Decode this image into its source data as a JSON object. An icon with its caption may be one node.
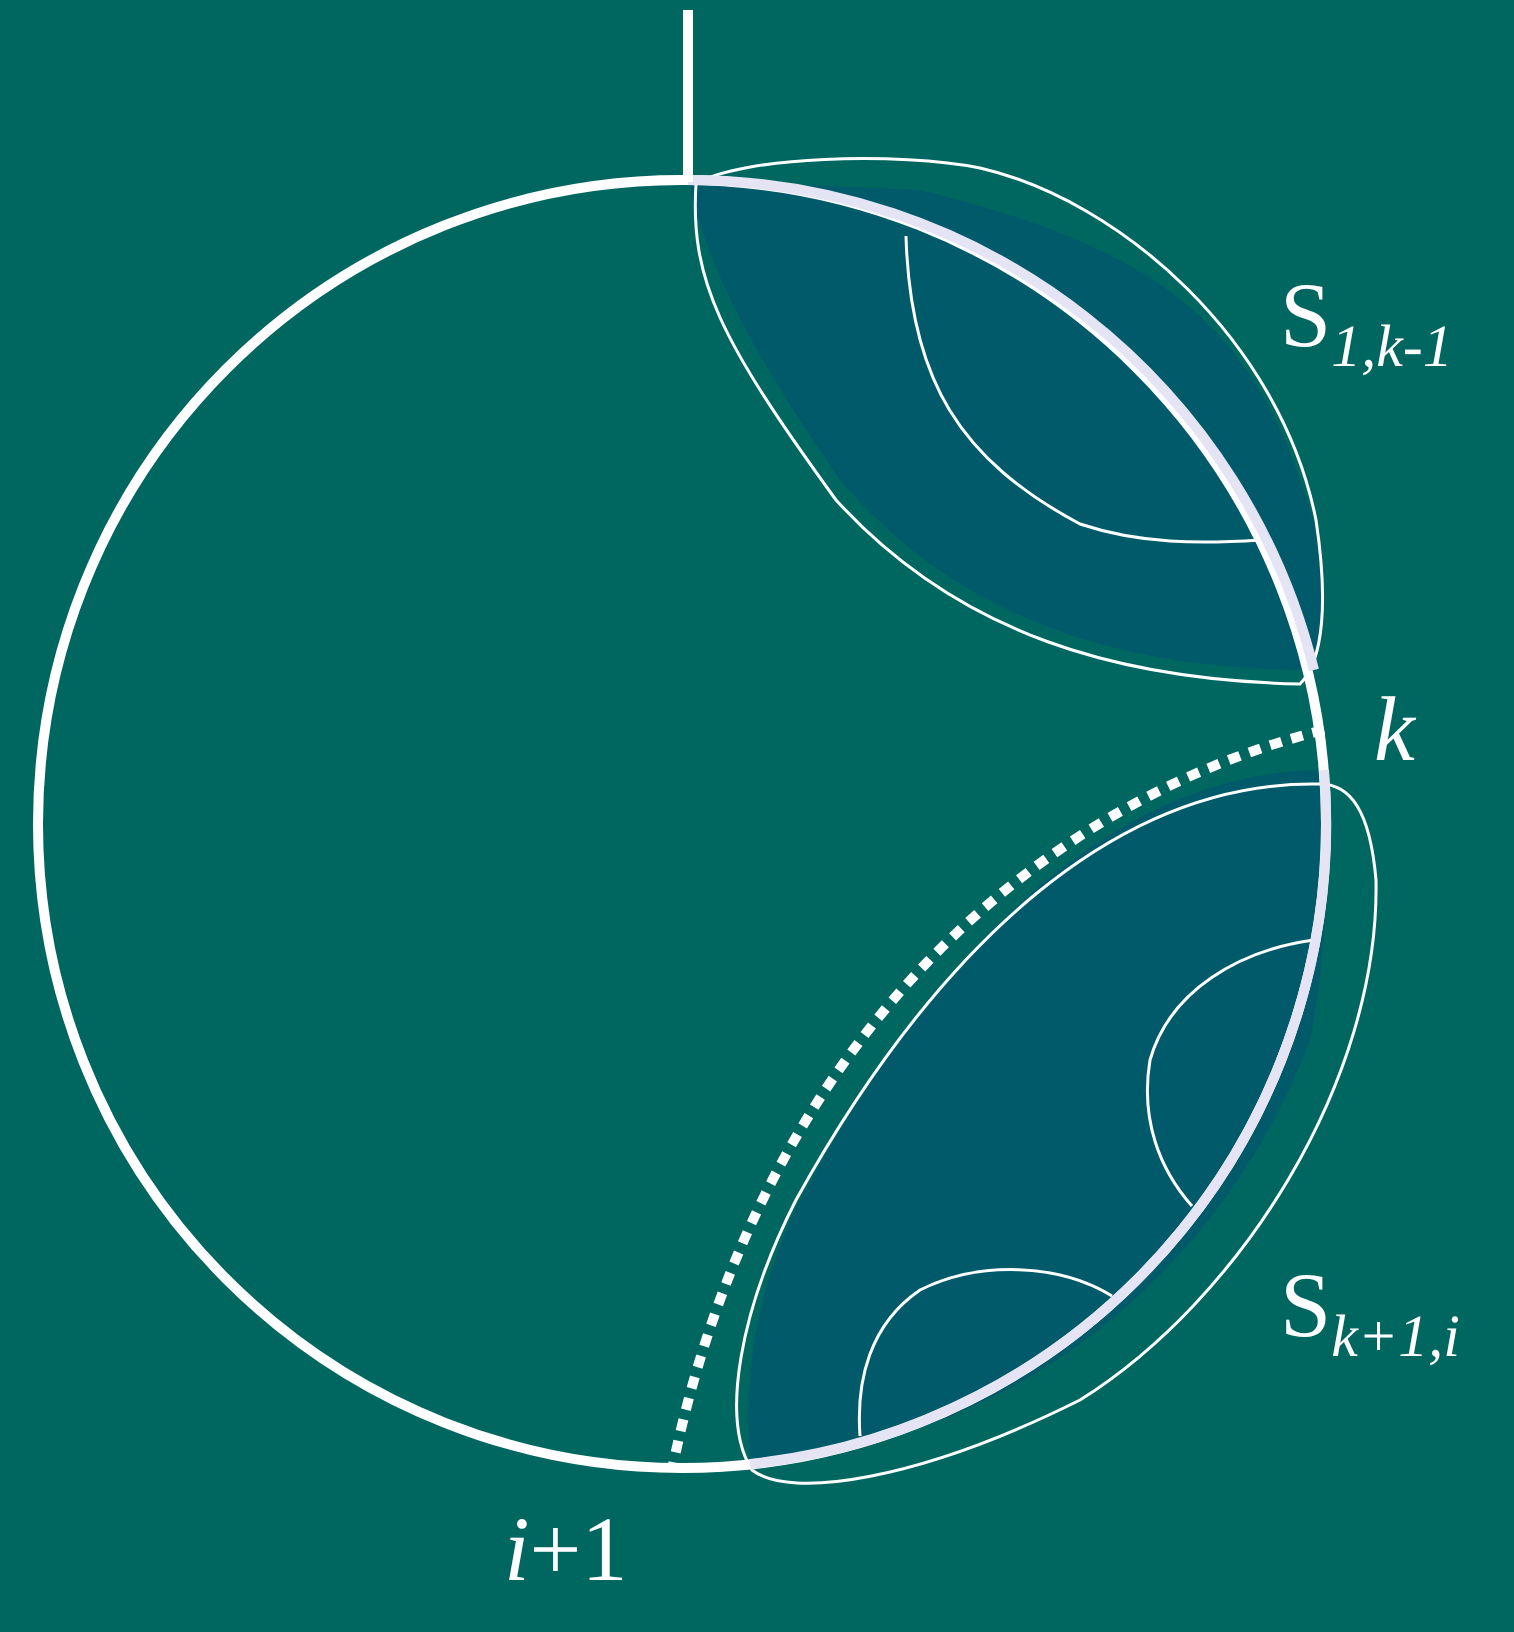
{
  "diagram": {
    "labels": [
      "S$_{1,k-1}$",
      "k",
      "S$_{k+1,i}$",
      "*i*+1"
    ]
  }
}
